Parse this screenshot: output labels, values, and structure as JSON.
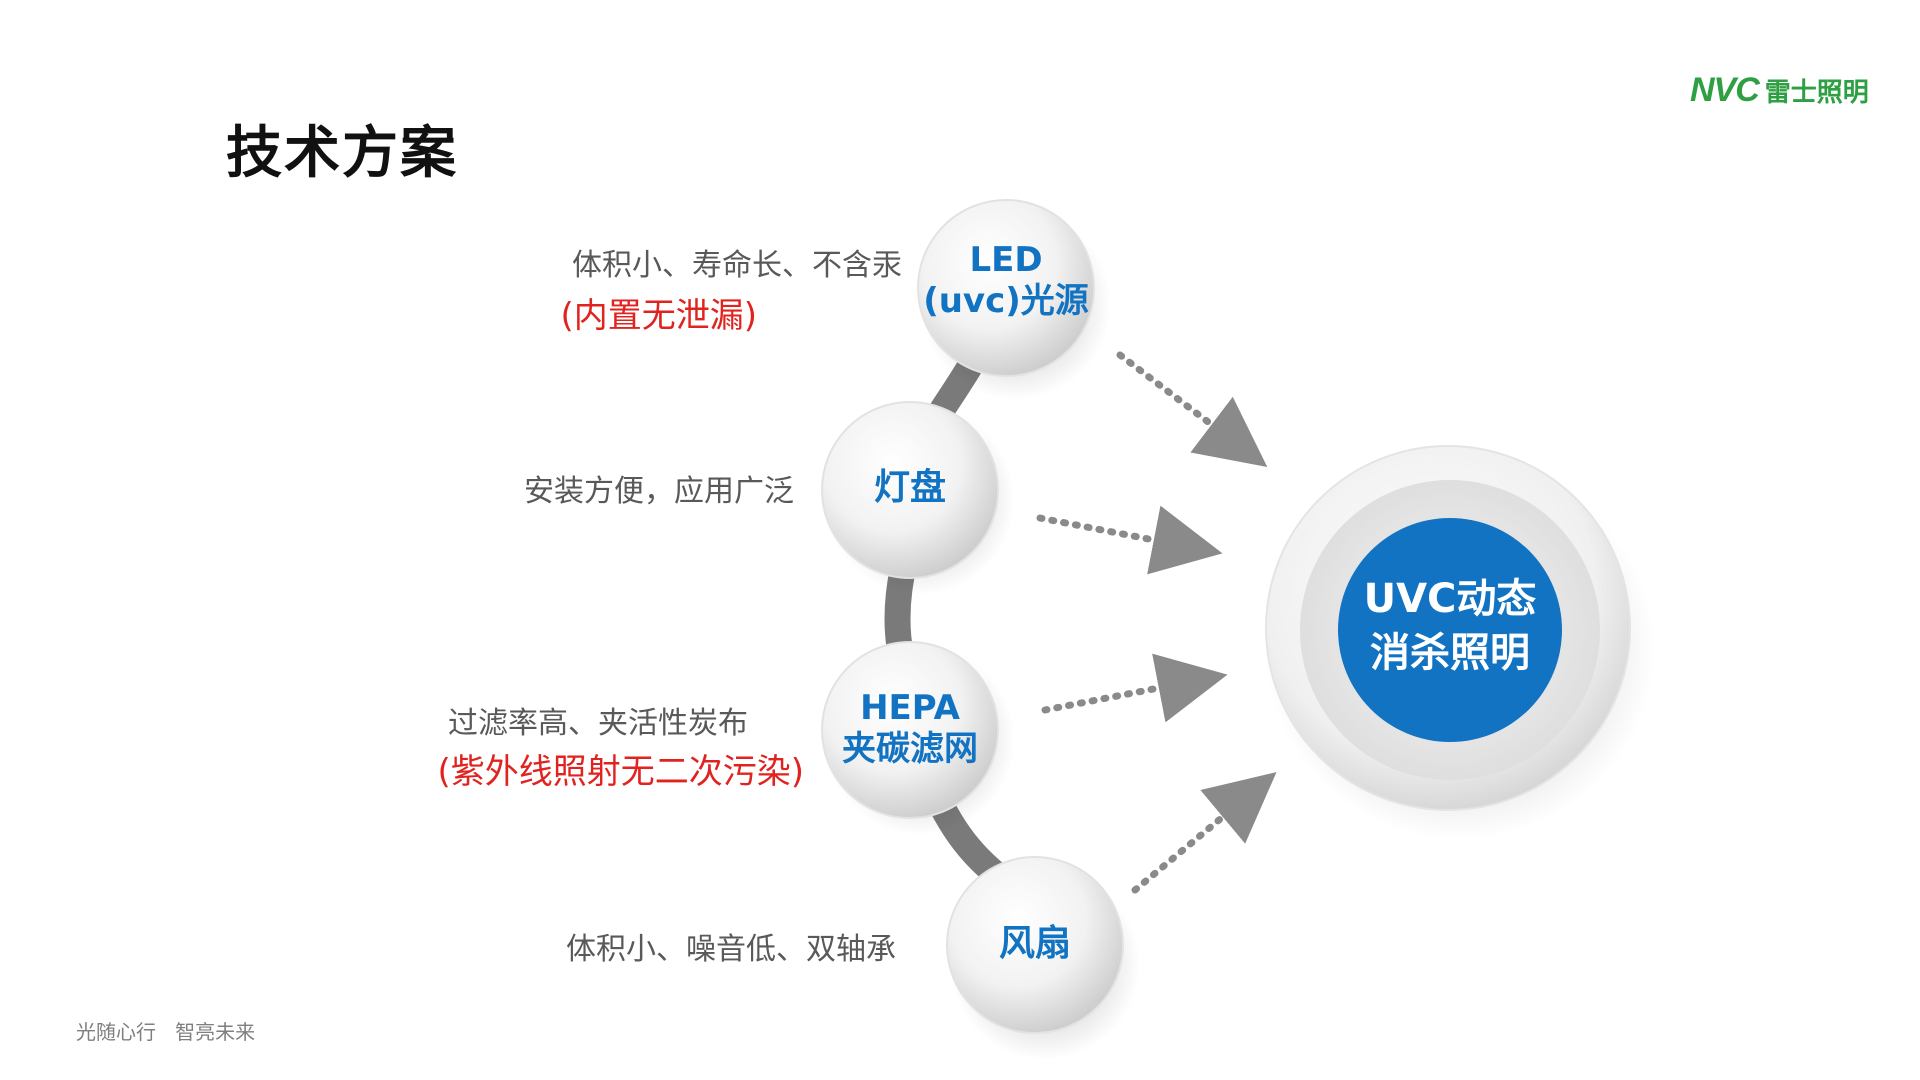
{
  "page": {
    "title": "技术方案",
    "slogan": "光随心行   智亮未来"
  },
  "logo": {
    "mark": "NVC",
    "brand": "雷士照明",
    "color": "#2ea043"
  },
  "hub": {
    "line1": "UVC动态",
    "line2": "消杀照明",
    "color": "#1173c2"
  },
  "components": [
    {
      "line1": "LED",
      "line2": "(uvc)光源",
      "desc": "体积小、寿命长、不含汞",
      "note": "(内置无泄漏)"
    },
    {
      "line1": "灯盘",
      "line2": "",
      "desc": "安装方便，应用广泛",
      "note": ""
    },
    {
      "line1": "HEPA",
      "line2": "夹碳滤网",
      "desc": "过滤率高、夹活性炭布",
      "note": "(紫外线照射无二次污染)"
    },
    {
      "line1": "风扇",
      "line2": "",
      "desc": "体积小、噪音低、双轴承",
      "note": ""
    }
  ],
  "colors": {
    "label": "#1173c2",
    "desc": "#595959",
    "note": "#e0231f",
    "arrow": "#8a8a8a"
  }
}
